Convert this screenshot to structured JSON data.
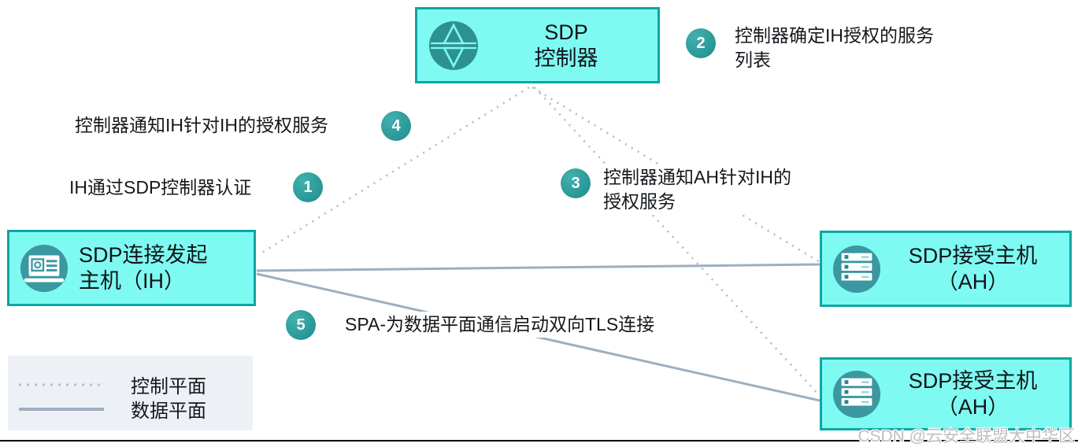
{
  "nodes": {
    "controller": {
      "line1": "SDP",
      "line2": "控制器",
      "icon": "sdp-controller-icon"
    },
    "ih": {
      "line1": "SDP连接发起",
      "line2": "主机（IH）",
      "icon": "laptop-icon"
    },
    "ah_top": {
      "line1": "SDP接受主机",
      "line2": "（AH）",
      "icon": "server-stack-icon"
    },
    "ah_bottom": {
      "line1": "SDP接受主机",
      "line2": "（AH）",
      "icon": "server-stack-icon"
    }
  },
  "steps": {
    "s1": {
      "num": "1",
      "text": "IH通过SDP控制器认证"
    },
    "s2": {
      "num": "2",
      "line1": "控制器确定IH授权的服务",
      "line2": "列表"
    },
    "s3": {
      "num": "3",
      "line1": "控制器通知AH针对IH的",
      "line2": "授权服务"
    },
    "s4": {
      "num": "4",
      "text": "控制器通知IH针对IH的授权服务"
    },
    "s5": {
      "num": "5",
      "text": "SPA-为数据平面通信启动双向TLS连接"
    }
  },
  "legend": {
    "control_plane": "控制平面",
    "data_plane": "数据平面"
  },
  "watermark": "CSDN @云安全联盟大中华区",
  "colors": {
    "node_fill": "#7efaf2",
    "node_border": "#10a5a3",
    "badge_teal": "#2b9a9a",
    "icon_teal": "#3b97a0",
    "control_line": "#b3c0cd",
    "data_line": "#9dafc0",
    "legend_bg": "#edf1f6",
    "bottom_rule": "#000000"
  }
}
